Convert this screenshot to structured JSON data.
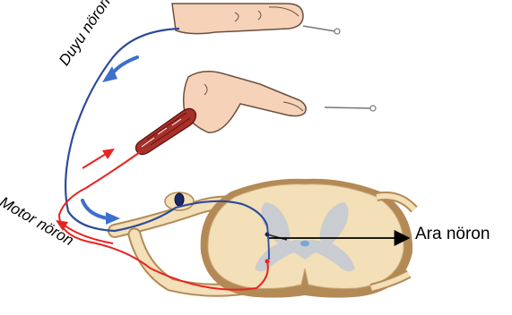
{
  "labels": {
    "sensory_neuron": "Duyu nöronu",
    "motor_neuron": "Motor nöron",
    "interneuron": "Ara nöron"
  },
  "colors": {
    "sensory": "#2c4b9a",
    "sensory_arrow": "#3d6fcc",
    "motor": "#e8231f",
    "skin": "#f6d2b8",
    "skin_outline": "#6b5040",
    "muscle": "#a8302a",
    "spinal_outer": "#f3dfb8",
    "spinal_gray": "#c9ccd1",
    "spinal_brown": "#b38a55"
  }
}
